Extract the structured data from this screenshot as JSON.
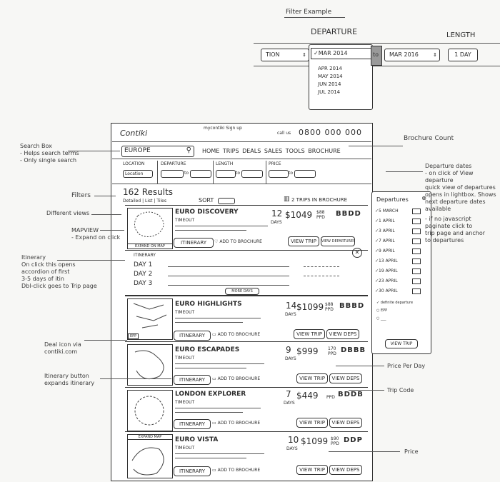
{
  "filter_example": {
    "title": "Filter Example",
    "departure_label": "DEPARTURE",
    "length_label": "LENGTH",
    "left_value": "TION",
    "selected_month": "MAR 2014",
    "to_label": "to",
    "end_value": "MAR 2016",
    "length_value": "1 DAY",
    "options": [
      "APR 2014",
      "MAY 2014",
      "JUN 2014",
      "JUL 2014"
    ]
  },
  "header": {
    "logo": "Contiki",
    "links": "mycontiki  Sign up",
    "call": "call us",
    "phone": "0800 000 000"
  },
  "search": {
    "value": "EUROPE"
  },
  "nav": [
    "HOME",
    "TRIPS",
    "DEALS",
    "SALES",
    "TOOLS",
    "BROCHURE"
  ],
  "filters": {
    "location_label": "LOCATION",
    "location_value": "Location",
    "departure_label": "DEPARTURE",
    "length_label": "LENGTH",
    "price_label": "PRICE",
    "to": "to"
  },
  "results": {
    "count": "162 Results",
    "views": "Detailed | List | Tiles",
    "sort": "SORT",
    "brochure": "2 TRIPS IN BROCHURE"
  },
  "trips": [
    {
      "title": "EURO DISCOVERY",
      "tag": "TIMEOUT",
      "days_num": "12",
      "days": "DAYS",
      "price": "$1049",
      "ppd": "$88 PPD",
      "code": "BBDD",
      "itinerary": "ITINERARY",
      "brochure": "ADD TO BROCHURE",
      "view": "VIEW TRIP",
      "departures": "VIEW DEPARTURES",
      "map": "EXPAND ON MAP"
    },
    {
      "title": "EURO HIGHLIGHTS",
      "tag": "TIMEOUT",
      "days_num": "14",
      "days": "DAYS",
      "price": "$1099",
      "ppd": "$88 PPD",
      "code": "BBBD",
      "itinerary": "ITINERARY",
      "brochure": "ADD TO BROCHURE",
      "view": "VIEW TRIP",
      "departures": "VIEW DEPS",
      "map": "EPP"
    },
    {
      "title": "EURO ESCAPADES",
      "tag": "TIMEOUT",
      "days_num": "9",
      "days": "DAYS",
      "price": "$999",
      "ppd": "170 PPD",
      "code": "DBBB",
      "itinerary": "ITINERARY",
      "brochure": "ADD TO BROCHURE",
      "view": "VIEW TRIP",
      "departures": "VIEW DEPS",
      "map": ""
    },
    {
      "title": "LONDON EXPLORER",
      "tag": "TIMEOUT",
      "days_num": "7",
      "days": "DAYS",
      "price": "$449",
      "ppd": "PPD",
      "code": "BDDB",
      "itinerary": "ITINERARY",
      "brochure": "ADD TO BROCHURE",
      "view": "VIEW TRIP",
      "departures": "VIEW DEPS",
      "map": ""
    },
    {
      "title": "EURO VISTA",
      "tag": "TIMEOUT",
      "days_num": "10",
      "days": "DAYS",
      "price": "$1099",
      "ppd": "$90 PPD",
      "code": "DDP",
      "itinerary": "ITINERARY",
      "brochure": "ADD TO BROCHURE",
      "view": "VIEW TRIP",
      "departures": "VIEW DEPS",
      "map": "EXPAND MAP"
    }
  ],
  "itinerary": {
    "label": "ITINERARY",
    "days": [
      "DAY 1",
      "DAY 2",
      "DAY 3"
    ],
    "more": "MORE DAYS"
  },
  "departures_panel": {
    "title": "Departures",
    "dates": [
      "5 MARCH",
      "1 APRIL",
      "3 APRIL",
      "7 APRIL",
      "9 APRIL",
      "13 APRIL",
      "19 APRIL",
      "23 APRIL",
      "30 APRIL"
    ],
    "legend_def": "definite departure",
    "legend_epp": "EPP",
    "button": "VIEW TRIP"
  },
  "annotations": {
    "search_box": "Search Box",
    "search_1": "- Helps search terms",
    "search_2": "- Only single search",
    "filters": "Filters",
    "views": "Different views",
    "mapview": "MAPVIEW",
    "mapview_2": "- Expand on click",
    "itinerary": "Itinerary",
    "itinerary_2": "On click this opens",
    "itinerary_3": "accordion of first",
    "itinerary_4": "3-5 days of itin",
    "itinerary_5": "Dbl-click goes to Trip page",
    "deal_icon": "Deal icon via",
    "deal_icon_2": "contiki.com",
    "itin_button": "Itinerary button",
    "itin_button_2": "expands itinerary",
    "brochure_count": "Brochure Count",
    "dep_dates": "Departure dates",
    "dep_1": "- on click of View departure",
    "dep_2": "quick view of departures",
    "dep_3": "opens in lightbox. Shows",
    "dep_4": "next departure dates",
    "dep_5": "available",
    "dep_6": "- if no javascript",
    "dep_7": "paginate click to",
    "dep_8": "trip page and anchor",
    "dep_9": "to departures",
    "price_per_day": "Price Per Day",
    "trip_code": "Trip Code",
    "price": "Price"
  }
}
